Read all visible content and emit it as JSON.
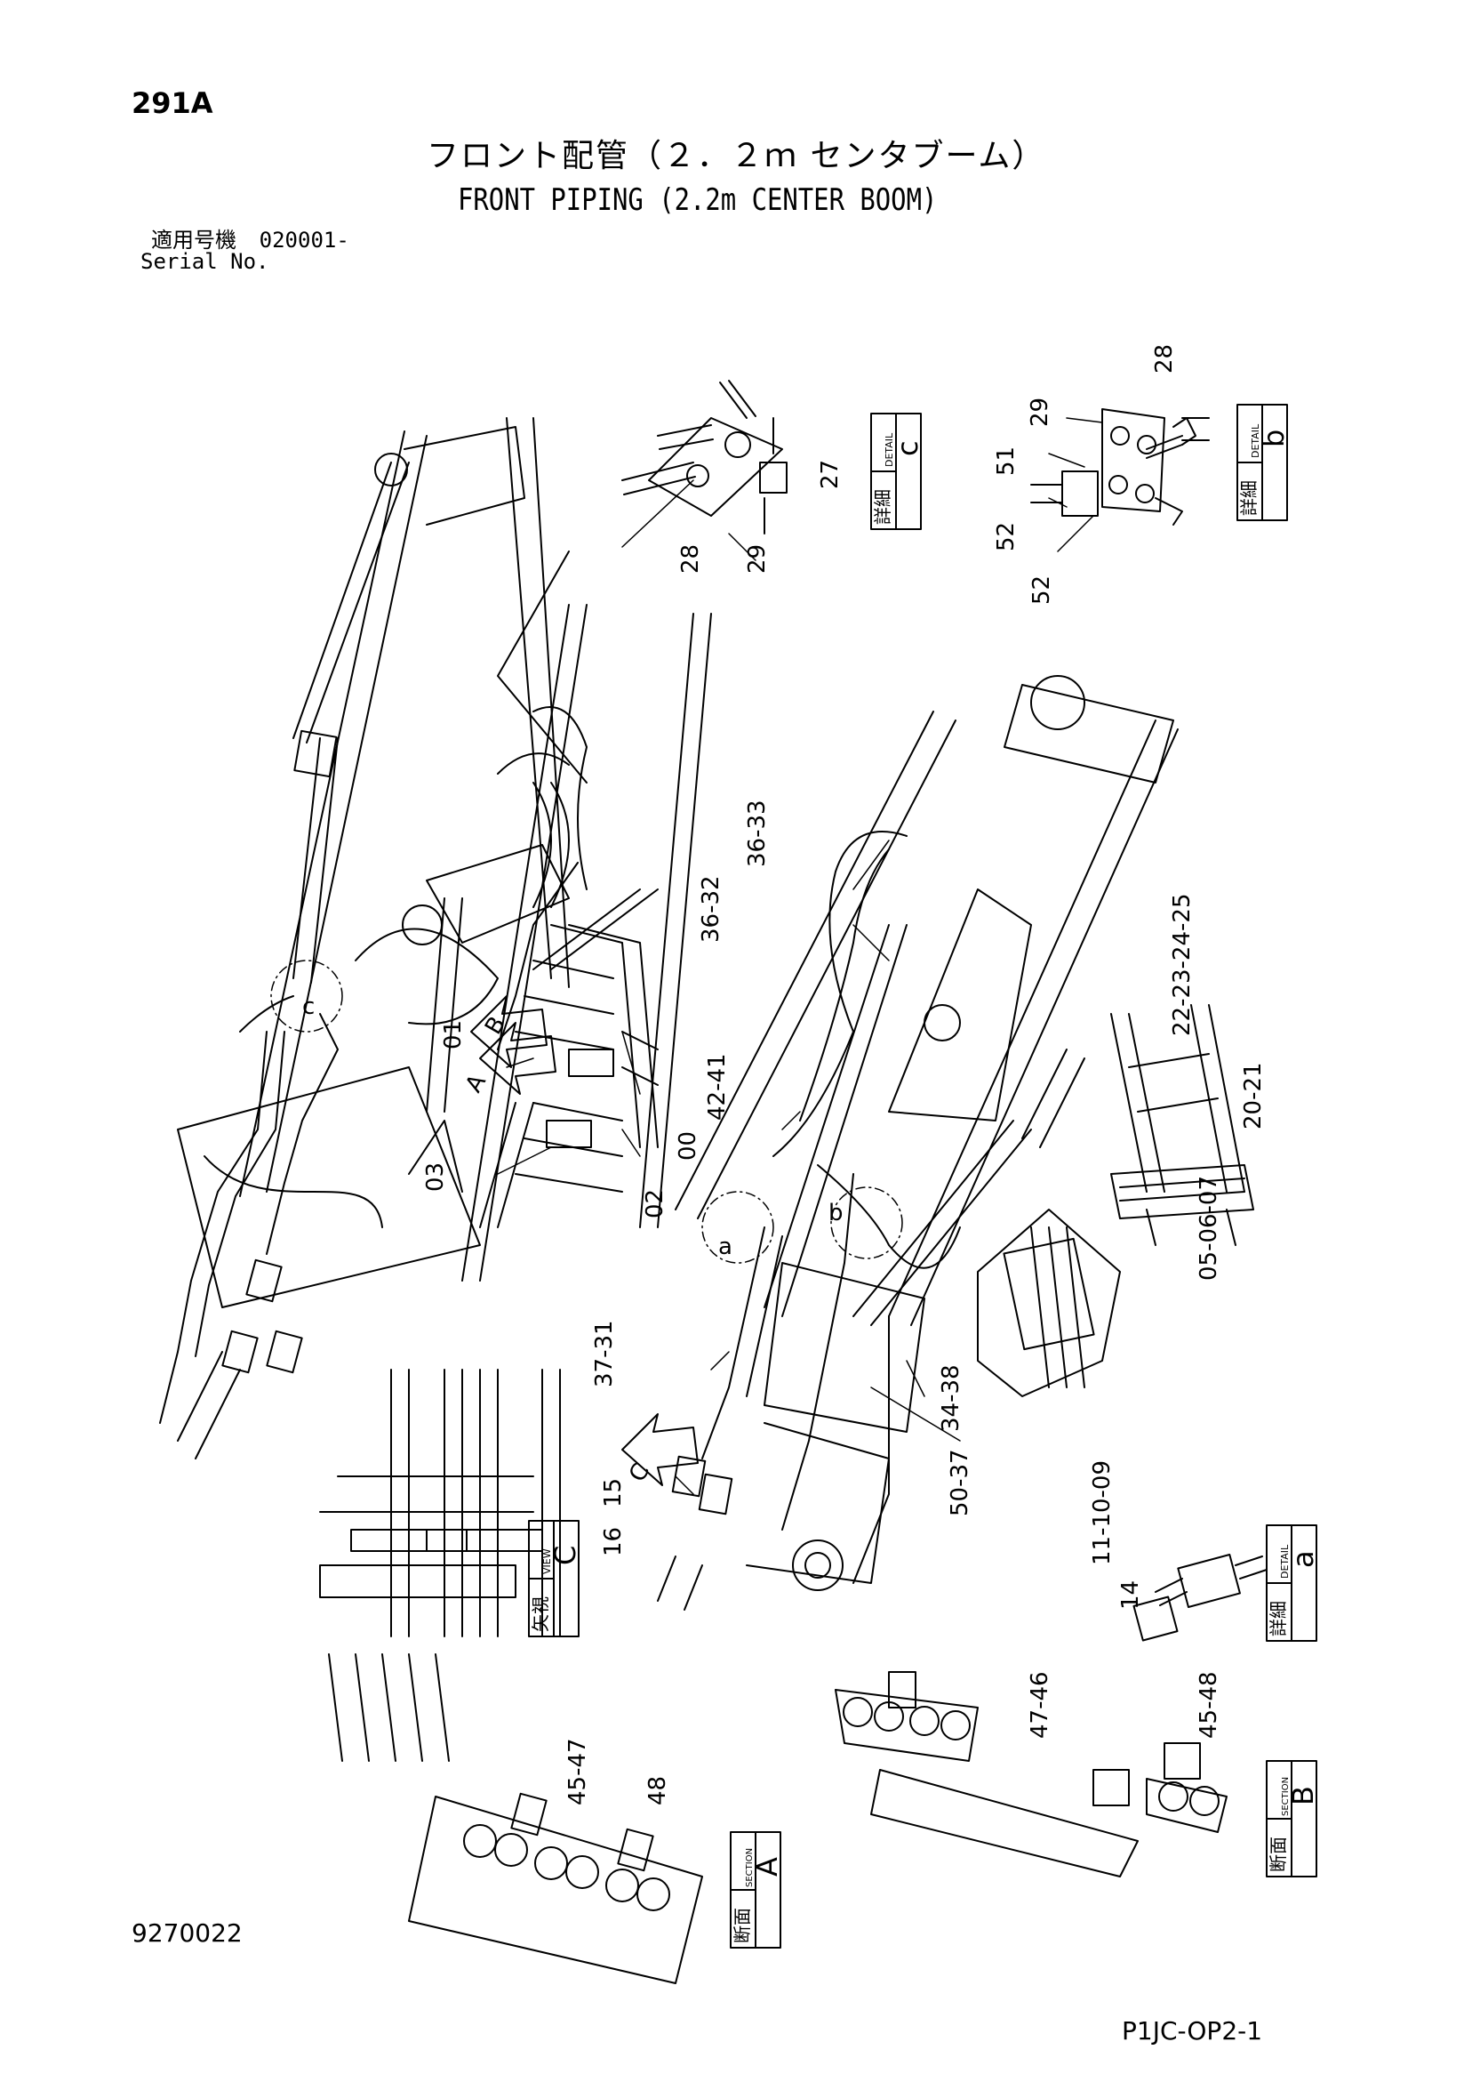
{
  "header": {
    "page_number": "291A",
    "title_jp": "フロント配管（２．２ｍ センタブーム）",
    "title_en": "FRONT PIPING (2.2m CENTER BOOM)",
    "serial_label_jp": "適用号機",
    "serial_value": "020001-",
    "serial_label_en": "Serial No."
  },
  "footer": {
    "doc_number": "9270022",
    "drawing_code": "P1JC-OP2-1"
  },
  "view_boxes": [
    {
      "jp": "詳細",
      "en": "DETAIL",
      "letter": "c"
    },
    {
      "jp": "詳細",
      "en": "DETAIL",
      "letter": "b"
    },
    {
      "jp": "詳細",
      "en": "DETAIL",
      "letter": "a"
    },
    {
      "jp": "矢視",
      "en": "VIEW",
      "letter": "C"
    },
    {
      "jp": "断面",
      "en": "SECTION",
      "letter": "B"
    },
    {
      "jp": "断面",
      "en": "SECTION",
      "letter": "A"
    }
  ],
  "part_labels": [
    "28",
    "29",
    "51",
    "52",
    "52",
    "27",
    "28",
    "29",
    "36-33",
    "36-32",
    "22-23-24-25",
    "20-21",
    "01",
    "42-41",
    "00",
    "03",
    "02",
    "05-06-07",
    "37-31",
    "34-38",
    "50-37",
    "16",
    "15",
    "11-10-09",
    "14",
    "47-46",
    "45-48",
    "45-47",
    "48"
  ],
  "markers": [
    "a",
    "b",
    "c",
    "A",
    "B",
    "C"
  ]
}
